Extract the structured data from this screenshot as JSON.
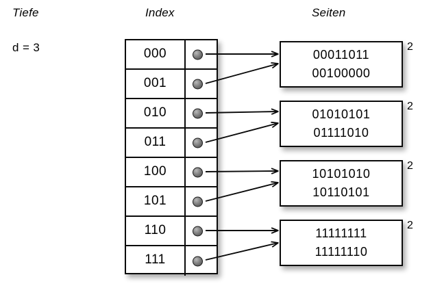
{
  "headings": {
    "depth": "Tiefe",
    "index": "Index",
    "pages": "Seiten"
  },
  "depth": {
    "label": "d = 3"
  },
  "directory": {
    "entries": [
      {
        "key": "000",
        "pointer_icon": "pointer-dot-icon",
        "target_page": 0
      },
      {
        "key": "001",
        "pointer_icon": "pointer-dot-icon",
        "target_page": 0
      },
      {
        "key": "010",
        "pointer_icon": "pointer-dot-icon",
        "target_page": 1
      },
      {
        "key": "011",
        "pointer_icon": "pointer-dot-icon",
        "target_page": 1
      },
      {
        "key": "100",
        "pointer_icon": "pointer-dot-icon",
        "target_page": 2
      },
      {
        "key": "101",
        "pointer_icon": "pointer-dot-icon",
        "target_page": 2
      },
      {
        "key": "110",
        "pointer_icon": "pointer-dot-icon",
        "target_page": 3
      },
      {
        "key": "111",
        "pointer_icon": "pointer-dot-icon",
        "target_page": 3
      }
    ]
  },
  "pages": [
    {
      "lines": [
        "00011011",
        "00100000"
      ],
      "local_depth": "2"
    },
    {
      "lines": [
        "01010101",
        "01111010"
      ],
      "local_depth": "2"
    },
    {
      "lines": [
        "10101010",
        "10110101"
      ],
      "local_depth": "2"
    },
    {
      "lines": [
        "11111111",
        "11111110"
      ],
      "local_depth": "2"
    }
  ],
  "colors": {
    "background": "#ffffff",
    "stroke": "#0a0a0a",
    "pointer_dot": "#7a7a7a",
    "text": "#000000"
  }
}
